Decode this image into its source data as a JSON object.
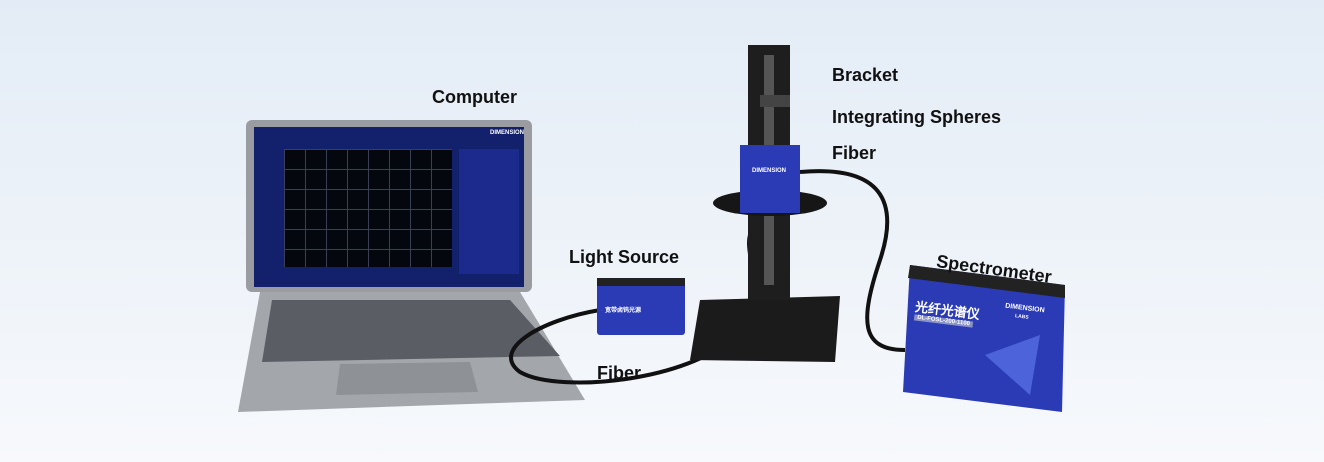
{
  "labels": {
    "computer": "Computer",
    "light_source": "Light Source",
    "fiber_bottom": "Fiber",
    "bracket": "Bracket",
    "integrating_spheres": "Integrating Spheres",
    "fiber_top": "Fiber",
    "spectrometer": "Spectrometer"
  },
  "devices": {
    "spectrometer_name": "光纤光谱仪",
    "spectrometer_model": "DL-FOSL-200-1100",
    "brand": "DIMENSION",
    "brand_sub": "LABS",
    "light_source_name": "宽带卤钨光源"
  },
  "colors": {
    "device_blue": "#2a3bb5",
    "stand_black": "#1a1a1a",
    "laptop_gray": "#8a8d93"
  }
}
